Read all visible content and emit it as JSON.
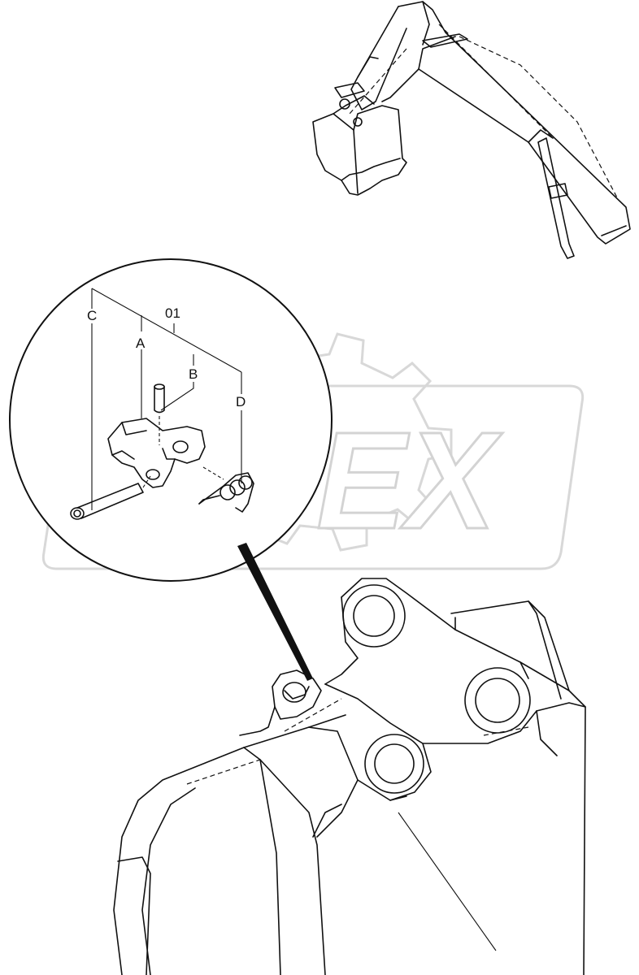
{
  "diagram": {
    "part_number_label": "01",
    "callouts": [
      {
        "id": "A",
        "text": "A"
      },
      {
        "id": "B",
        "text": "B"
      },
      {
        "id": "C",
        "text": "C"
      },
      {
        "id": "D",
        "text": "D"
      }
    ],
    "watermark_text": "OPEX"
  }
}
